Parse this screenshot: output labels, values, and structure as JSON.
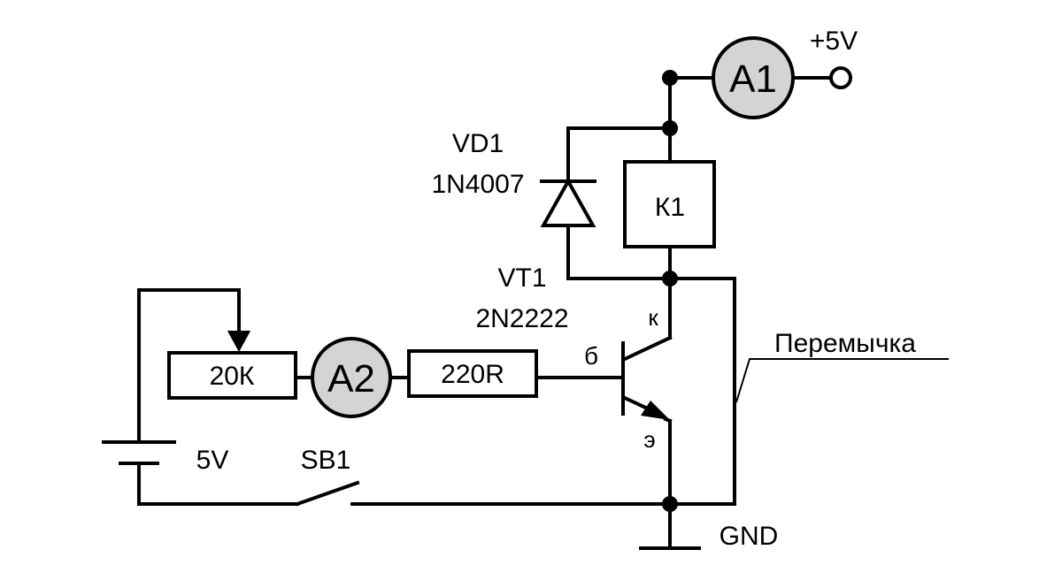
{
  "colors": {
    "line": "#000000",
    "background": "#ffffff",
    "meter_fill": "#d4d4d4"
  },
  "labels": {
    "supply_plus": "+5V",
    "ammeter_a1": "A1",
    "ammeter_a2": "A2",
    "diode_ref": "VD1",
    "diode_part": "1N4007",
    "relay": "К1",
    "transistor_ref": "VT1",
    "transistor_part": "2N2222",
    "collector": "к",
    "base": "б",
    "emitter": "э",
    "jumper": "Перемычка",
    "potentiometer": "20К",
    "resistor": "220R",
    "battery": "5V",
    "switch": "SB1",
    "ground": "GND"
  }
}
